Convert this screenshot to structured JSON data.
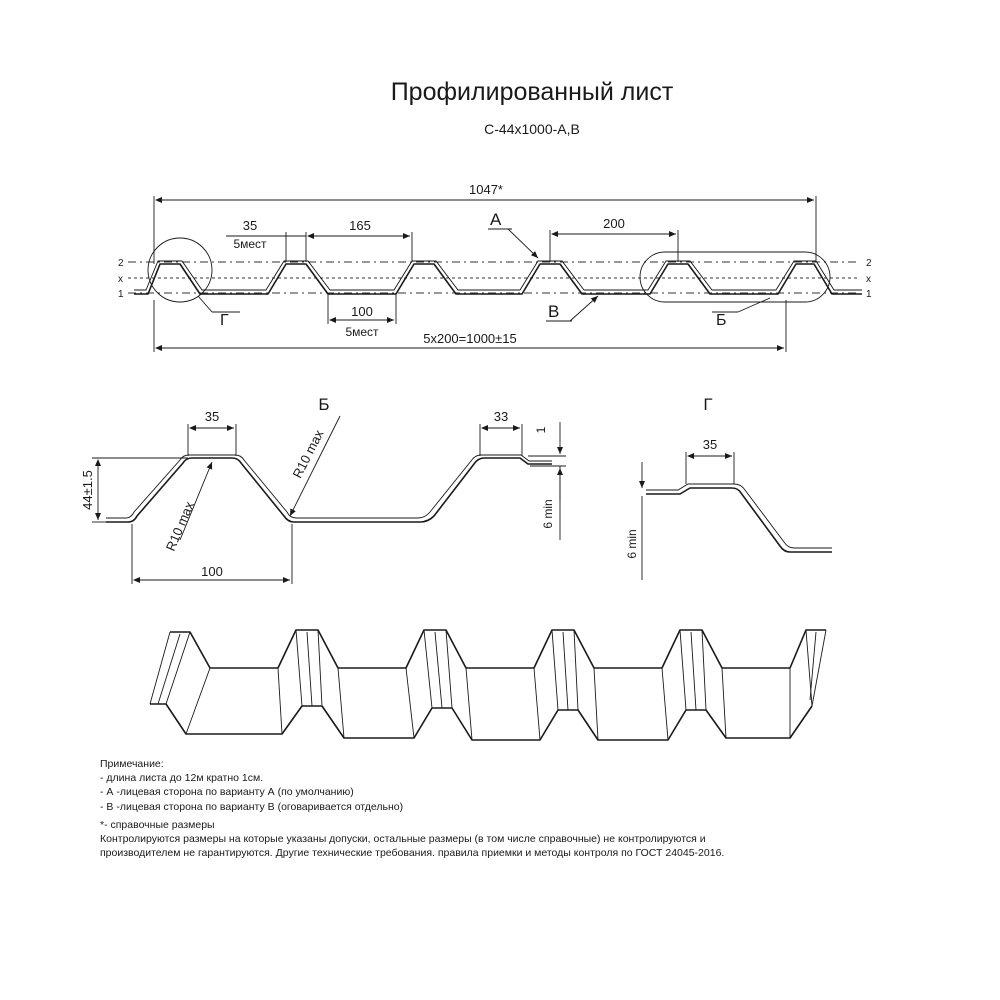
{
  "title": "Профилированный лист",
  "subtitle": "С-44х1000-А,В",
  "top_view": {
    "overall_width": "1047*",
    "crest_width": "35",
    "crest_count": "5мест",
    "crest_pitch": "165",
    "pitch": "200",
    "valley_width": "100",
    "valley_count": "5мест",
    "total": "5х200=1000±15",
    "marker_a": "А",
    "marker_b": "В",
    "marker_bb": "Б",
    "marker_g": "Г",
    "level_2": "2",
    "level_x": "x",
    "level_1": "1"
  },
  "detail_b": {
    "label": "Б",
    "crest": "35",
    "edge_crest": "33",
    "height": "44±1.5",
    "radius": "R10 max",
    "base": "100",
    "gap": "1",
    "min": "6 min"
  },
  "detail_g": {
    "label": "Г",
    "crest": "35",
    "min": "6 min"
  },
  "notes": {
    "heading": "Примечание:",
    "items": [
      "- длина листа до 12м кратно 1см.",
      "- А -лицевая сторона по варианту А (по умолчанию)",
      "- В -лицевая сторона по варианту В (оговаривается отдельно)"
    ],
    "ref_note": "*- справочные размеры",
    "control_line1": "Контролируются размеры на которые указаны допуски, остальные размеры (в том числе справочные) не  контролируются и",
    "control_line2": "производителем не гарантируются. Другие технические требования. правила приемки и методы контроля  по ГОСТ 24045-2016."
  }
}
